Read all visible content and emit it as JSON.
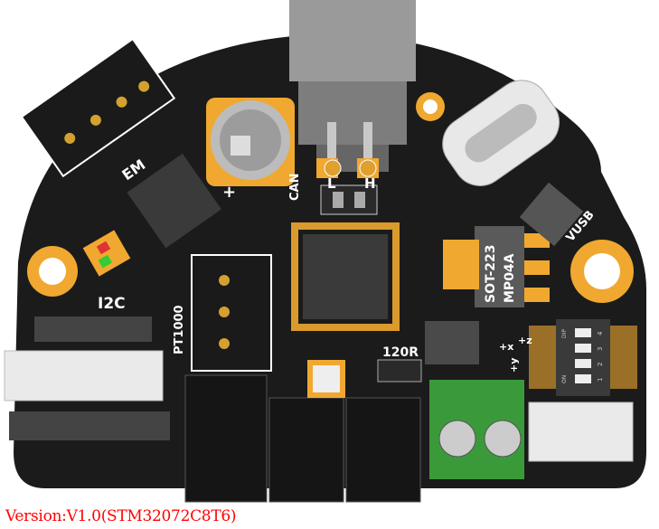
{
  "caption": "Version:V1.0(STM32072C8T6)",
  "silkscreen": {
    "em": "EM",
    "can": "CAN",
    "can_l": "L",
    "can_h": "H",
    "cap_plus": "+",
    "i2c": "I2C",
    "pt1000": "PT1000",
    "r120": "120R",
    "regulator_line1": "SOT-223",
    "regulator_line2": "MP04A",
    "vusb": "VUSB",
    "axis_x": "+x",
    "axis_y": "+y",
    "axis_z": "+z",
    "dip_label": "DIP",
    "dip_on": "ON",
    "dip_numbers": [
      "1",
      "2",
      "3",
      "4"
    ]
  },
  "colors": {
    "board": "#1a1a1a",
    "pad": "#f0a830",
    "caption": "#ff0000",
    "terminal": "#3a9a3a"
  }
}
